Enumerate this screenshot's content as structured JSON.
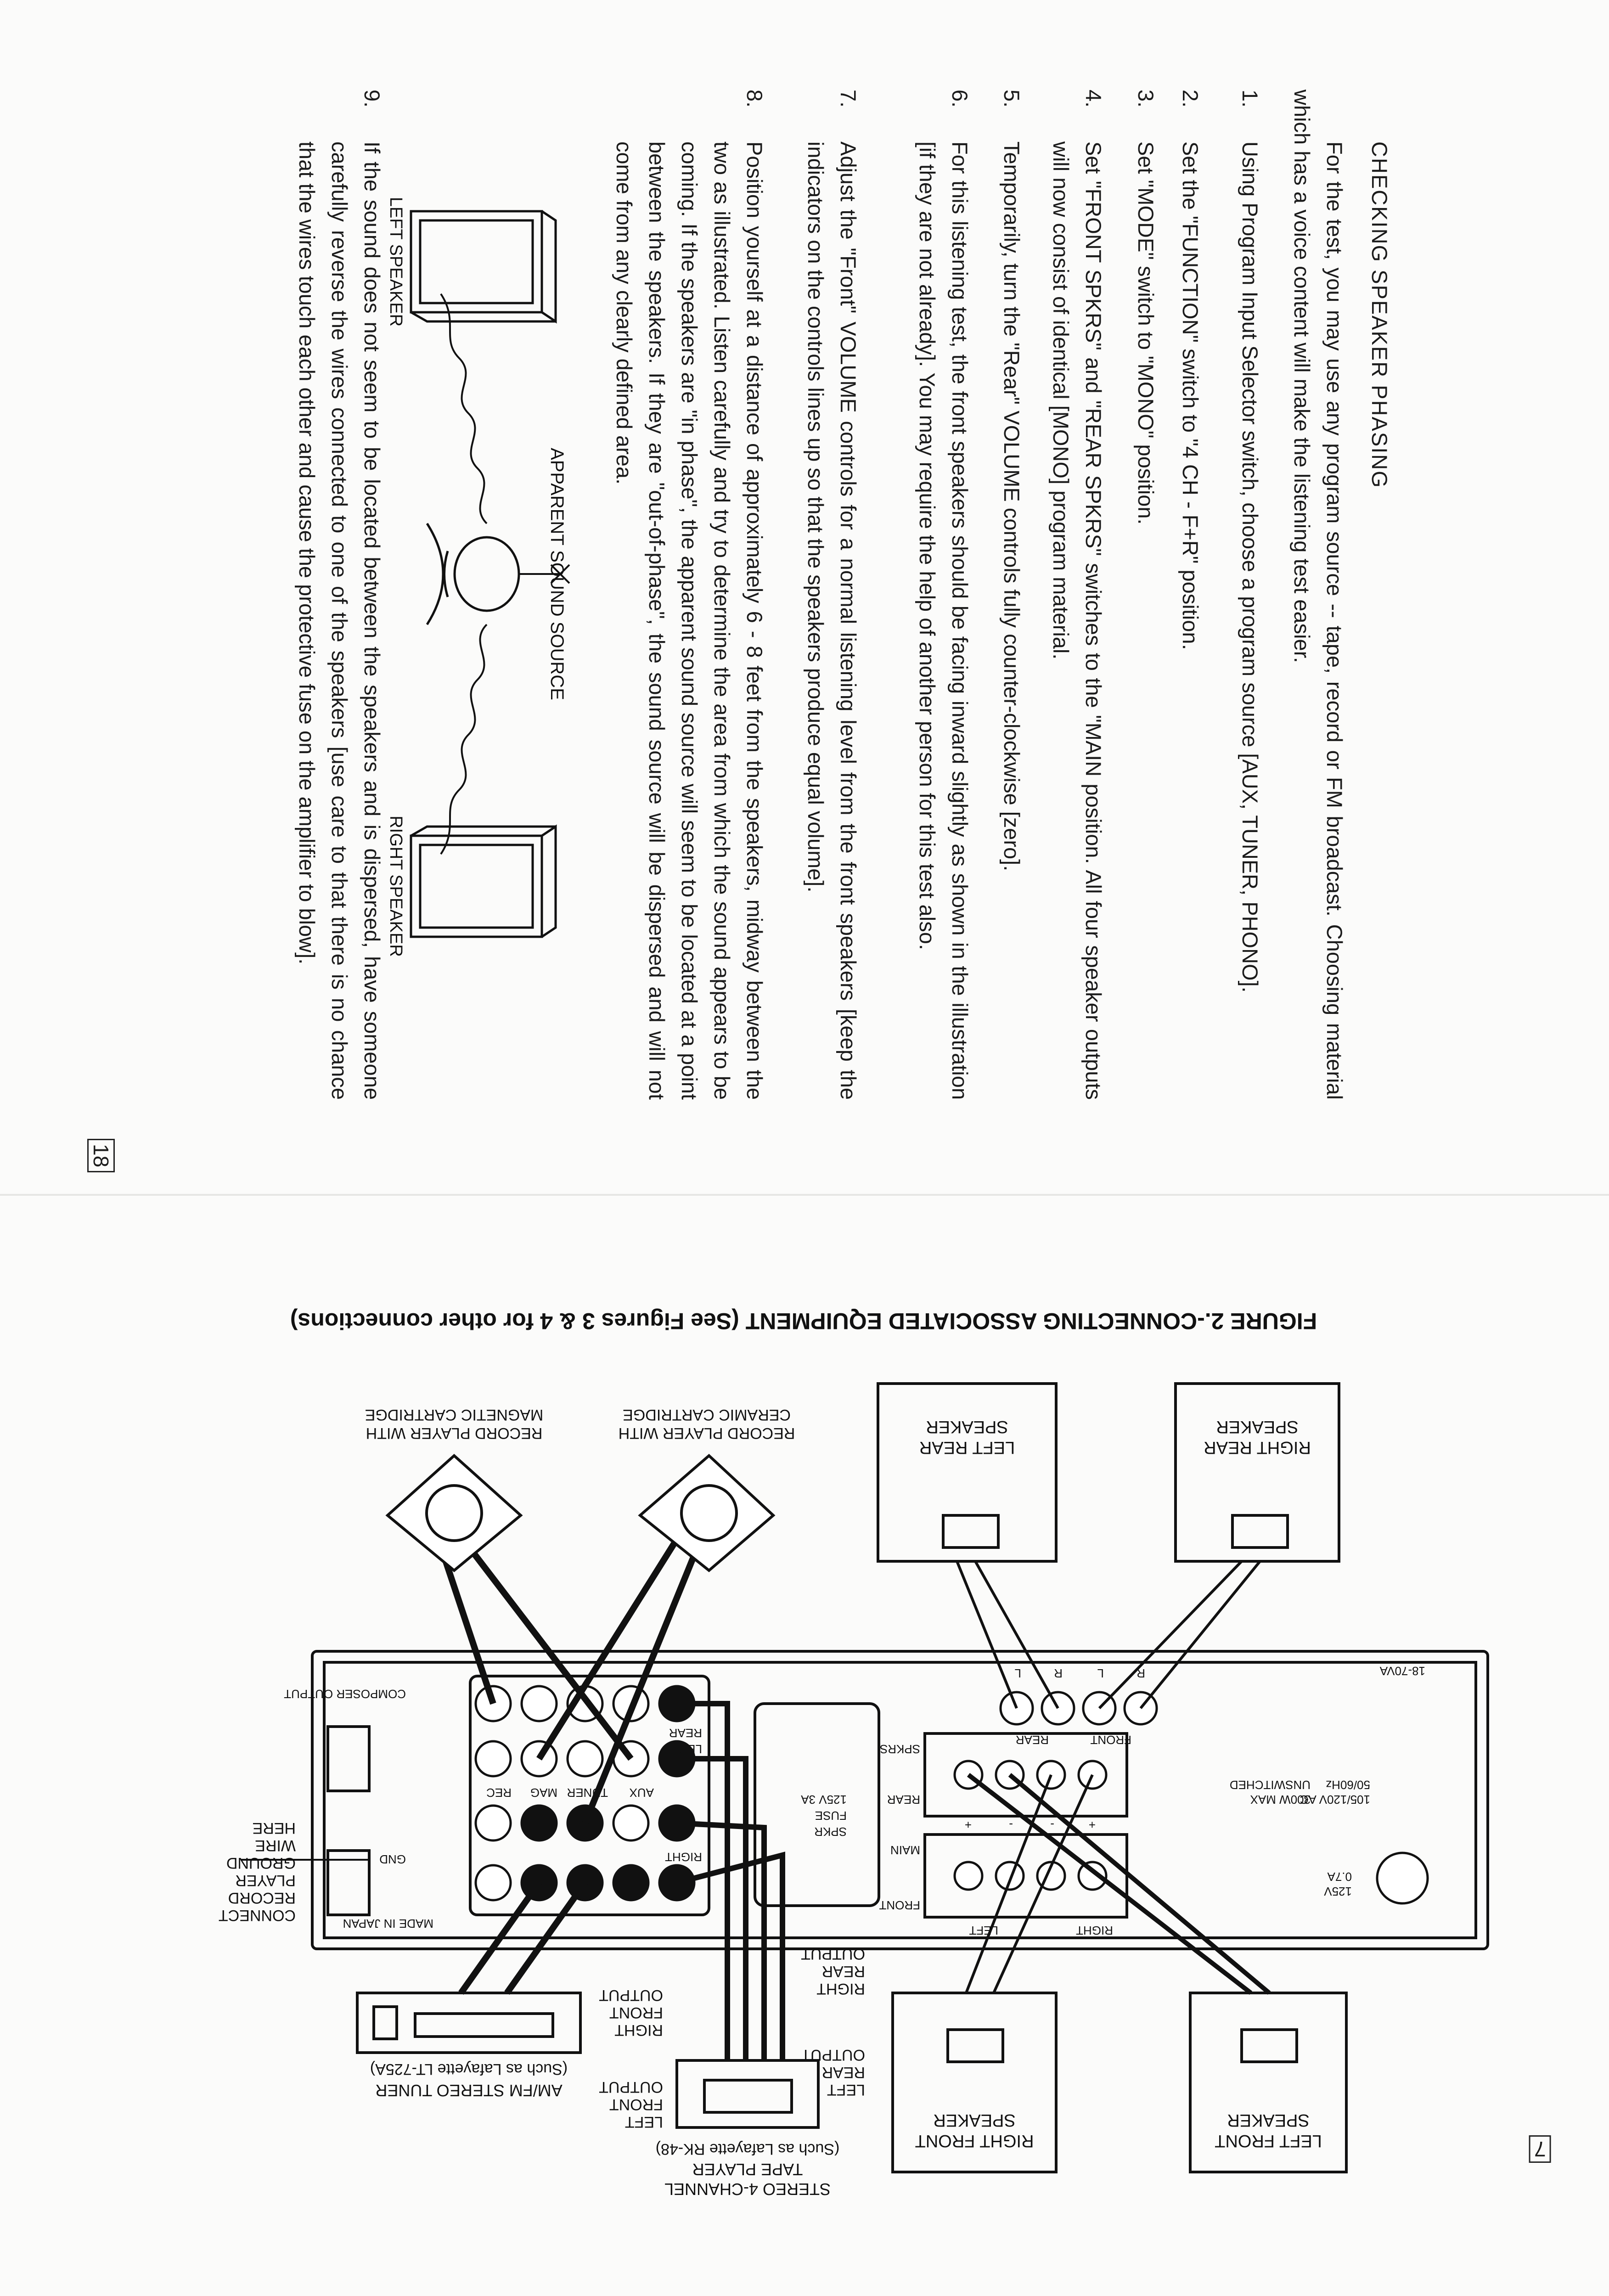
{
  "left_page": {
    "heading": "CHECKING SPEAKER PHASING",
    "intro": "For the test, you may use any program source -- tape, record or FM broadcast. Choosing material which has a voice content will make the listening test easier.",
    "steps": [
      {
        "num": "1.",
        "text": "Using Program Input Selector switch, choose a program source [AUX, TUNER, PHONO]."
      },
      {
        "num": "2.",
        "text": "Set the \"FUNCTION\" switch to \"4 CH - F+R\" position."
      },
      {
        "num": "3.",
        "text": "Set \"MODE\" switch to \"MONO\" position."
      },
      {
        "num": "4.",
        "text": "Set \"FRONT SPKRS\" and \"REAR SPKRS\" switches to the \"MAIN position. All four speaker outputs will now consist of identical [MONO] program material."
      },
      {
        "num": "5.",
        "text": "Temporarily, turn the \"Rear\" VOLUME controls fully counter-clockwise [zero]."
      },
      {
        "num": "6.",
        "text": "For this listening test, the front speakers should be facing inward slightly as shown in the illustration [if they are not already]. You may require the help of another person for this test also."
      },
      {
        "num": "7.",
        "text": "Adjust the \"Front\" VOLUME controls for a normal listening level from the front speakers [keep the indicators on the controls lines up so that the speakers produce equal volume]."
      },
      {
        "num": "8.",
        "text": "Position yourself at a distance of approximately 6 - 8 feet from the speakers, midway between the two as illustrated. Listen carefully and try to determine the area from which the sound appears to be coming. If the speakers are \"in phase\", the apparent sound source will seem to be located at a point between the speakers. If they are \"out-of-phase\", the sound source will be dispersed and will not come from any clearly defined area."
      },
      {
        "num": "9.",
        "text": "If the sound does not seem to be located between the speakers and is dispersed, have someone carefully reverse the wires connected to one of the speakers [use care to that there is no chance that the wires touch each other and cause the protective fuse on the amplifier to blow]."
      }
    ],
    "illustration": {
      "left_speaker": "LEFT SPEAKER",
      "right_speaker": "RIGHT SPEAKER",
      "apparent_source": "APPARENT SOUND SOURCE"
    },
    "page_number": "18"
  },
  "right_page": {
    "figure_caption": "FIGURE 2.-CONNECTING ASSOCIATED EQUIPMENT (See Figures 3 & 4 for other connections)",
    "speakers": {
      "left_front": [
        "LEFT FRONT",
        "SPEAKER"
      ],
      "right_front": [
        "RIGHT FRONT",
        "SPEAKER"
      ],
      "left_rear": [
        "LEFT REAR",
        "SPEAKER"
      ],
      "right_rear": [
        "RIGHT REAR",
        "SPEAKER"
      ]
    },
    "tape_player": [
      "STEREO 4-CHANNEL",
      "TAPE PLAYER",
      "(Such as Lafayette RK-48)"
    ],
    "tuner": [
      "AM/FM STEREO TUNER",
      "(Such as Lafayette LT-725A)"
    ],
    "outputs": {
      "right_rear": [
        "RIGHT",
        "REAR",
        "OUTPUT"
      ],
      "left_rear": [
        "LEFT",
        "REAR",
        "OUTPUT"
      ],
      "right_front": [
        "RIGHT",
        "FRONT",
        "OUTPUT"
      ],
      "left_front": [
        "LEFT",
        "FRONT",
        "OUTPUT"
      ]
    },
    "record_ceramic": [
      "RECORD PLAYER WITH",
      "CERAMIC CARTRIDGE"
    ],
    "record_magnetic": [
      "RECORD PLAYER WITH",
      "MAGNETIC CARTRIDGE"
    ],
    "ground_note": [
      "CONNECT",
      "RECORD",
      "PLAYER",
      "GROUND",
      "WIRE",
      "HERE"
    ],
    "panel": {
      "switch_label": "18-70VA",
      "ac_label": [
        "105/120V AC",
        "50/60Hz",
        "300W MAX",
        "UNSWITCHED"
      ],
      "fuse_main": [
        "125V",
        "0.7A"
      ],
      "spkr_fuse": [
        "SPKR",
        "FUSE",
        "125V 3A"
      ],
      "jack_front": "FRONT",
      "jack_rear": "REAR",
      "jack_letters": [
        "R",
        "L",
        "R",
        "L"
      ],
      "strip_rear": "REAR",
      "strip_main": "MAIN",
      "strip_front": "FRONT",
      "spkrs": "SPKRS",
      "polarity": [
        "+",
        "-",
        "-",
        "+"
      ],
      "left": "LEFT",
      "right": "RIGHT",
      "inputs": [
        "AUX",
        "TUNER",
        "MAG",
        "REC"
      ],
      "rear": "REAR",
      "gnd": "GND",
      "composer": "COMPOSER OUTPUT",
      "made_in": "MADE IN JAPAN"
    },
    "page_number": "7"
  }
}
